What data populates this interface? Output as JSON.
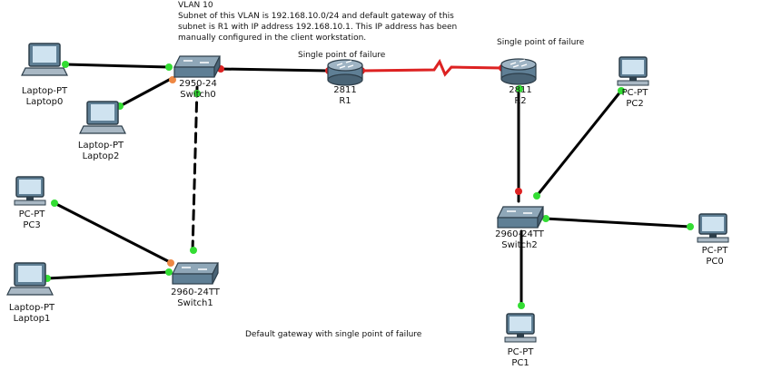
{
  "note": {
    "line1": "VLAN 10",
    "line2": "Subnet of this VLAN is 192.168.10.0/24 and default gateway of this",
    "line3": "subnet is R1 with IP address 192.168.10.1. This IP address has been",
    "line4": "manually configured in the client workstation."
  },
  "annotations": {
    "spof_r1": "Single point of failure",
    "spof_r2": "Single point of failure",
    "caption": "Default gateway with single point of failure"
  },
  "devices": {
    "laptop0": {
      "type": "Laptop-PT",
      "name": "Laptop0",
      "icon": "laptop-icon"
    },
    "laptop2": {
      "type": "Laptop-PT",
      "name": "Laptop2",
      "icon": "laptop-icon"
    },
    "pc3": {
      "type": "PC-PT",
      "name": "PC3",
      "icon": "pc-icon"
    },
    "laptop1": {
      "type": "Laptop-PT",
      "name": "Laptop1",
      "icon": "laptop-icon"
    },
    "switch0": {
      "type": "2950-24",
      "name": "Switch0",
      "icon": "switch-icon"
    },
    "switch1": {
      "type": "2960-24TT",
      "name": "Switch1",
      "icon": "switch-icon"
    },
    "r1": {
      "type": "2811",
      "name": "R1",
      "icon": "router-icon"
    },
    "r2": {
      "type": "2811",
      "name": "R2",
      "icon": "router-icon"
    },
    "switch2": {
      "type": "2960-24TT",
      "name": "Switch2",
      "icon": "switch-icon"
    },
    "pc2": {
      "type": "PC-PT",
      "name": "PC2",
      "icon": "pc-icon"
    },
    "pc0": {
      "type": "PC-PT",
      "name": "PC0",
      "icon": "pc-icon"
    },
    "pc1": {
      "type": "PC-PT",
      "name": "PC1",
      "icon": "pc-icon"
    }
  },
  "colors": {
    "link_up": "#33dd33",
    "link_down": "#dd2222",
    "link_blocking": "#ee8844",
    "ethernet": "#000000",
    "serial": "#dd2222",
    "device_fill": "#5f7f95"
  }
}
